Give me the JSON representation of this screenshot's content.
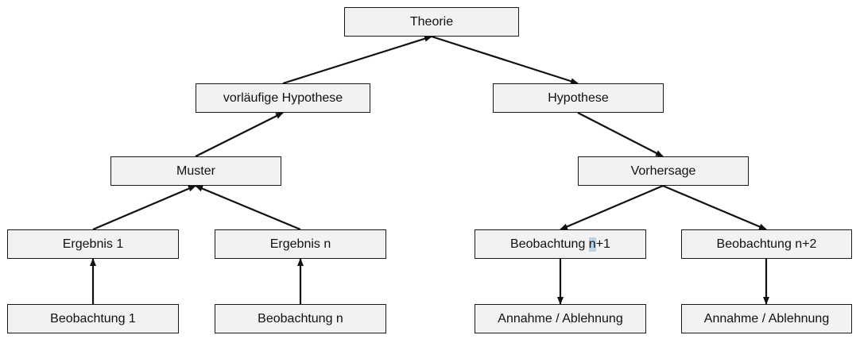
{
  "nodes": {
    "theorie": "Theorie",
    "vorlaeufige_hypothese": "vorläufige Hypothese",
    "hypothese": "Hypothese",
    "muster": "Muster",
    "vorhersage": "Vorhersage",
    "ergebnis_1": "Ergebnis 1",
    "ergebnis_n": "Ergebnis n",
    "beobachtung_n1": {
      "pre": "Beobachtung ",
      "highlight": "n",
      "post": "+1"
    },
    "beobachtung_n2": "Beobachtung n+2",
    "beobachtung_1": "Beobachtung 1",
    "beobachtung_n": "Beobachtung n",
    "annahme_1": "Annahme / Ablehnung",
    "annahme_2": "Annahme / Ablehnung"
  },
  "edges": [
    {
      "from": "vorlaeufige_hypothese",
      "to": "theorie"
    },
    {
      "from": "theorie",
      "to": "hypothese"
    },
    {
      "from": "muster",
      "to": "vorlaeufige_hypothese"
    },
    {
      "from": "hypothese",
      "to": "vorhersage"
    },
    {
      "from": "ergebnis_1",
      "to": "muster"
    },
    {
      "from": "ergebnis_n",
      "to": "muster"
    },
    {
      "from": "vorhersage",
      "to": "beobachtung_n1"
    },
    {
      "from": "vorhersage",
      "to": "beobachtung_n2"
    },
    {
      "from": "beobachtung_1",
      "to": "ergebnis_1"
    },
    {
      "from": "beobachtung_n",
      "to": "ergebnis_n"
    },
    {
      "from": "beobachtung_n1",
      "to": "annahme_1"
    },
    {
      "from": "beobachtung_n2",
      "to": "annahme_2"
    }
  ],
  "colors": {
    "node_fill": "#f2f2f2",
    "node_border": "#1a1a1a",
    "edge": "#111111",
    "highlight": "#b9d4ea"
  }
}
